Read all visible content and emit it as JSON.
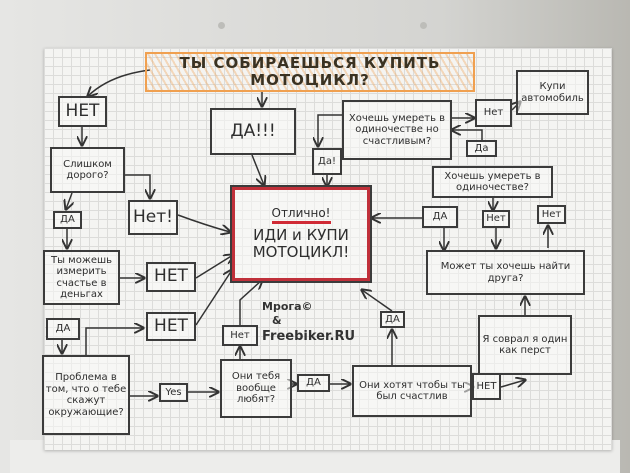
{
  "title": "ТЫ СОБИРАЕШЬСЯ КУПИТЬ МОТОЦИКЛ?",
  "nodes": {
    "no_top": "НЕТ",
    "too_expensive": "Слишком дорого?",
    "yes_expensive": "ДА",
    "measure_happiness": "Ты можешь измерить счастье в деньгах",
    "yes_measure": "ДА",
    "problem_others": "Проблема в том, что о тебе скажут окружающие?",
    "no_expensive": "Нет!",
    "no_measure": "НЕТ",
    "no_problem": "НЕТ",
    "yes_top": "ДА!!!",
    "main_great": "Отлично!",
    "main_action": "ИДИ и КУПИ МОТОЦИКЛ!",
    "yes_die_happy": "Да!",
    "die_alone_happy": "Хочешь умереть в одиночестве но счастливым?",
    "no_die_happy": "Нет",
    "buy_car": "Купи автомобиль",
    "yes_die_alone_up": "Да",
    "die_alone": "Хочешь умереть в одиночестве?",
    "yes_die_alone": "ДА",
    "no_die_alone_1": "Нет",
    "no_die_alone_2": "Нет",
    "find_friend": "Может ты хочешь найти друга?",
    "lied_alone": "Я соврал я один как перст",
    "no_love": "Нет",
    "do_they_love": "Они тебя вообще любят?",
    "yes_problem": "Yes",
    "yes_love": "ДА",
    "want_happy": "Они хотят чтобы ты был счастлив",
    "no_want": "НЕТ",
    "yes_want": "ДА"
  },
  "credit": {
    "author": "Мрога©",
    "amp": "&",
    "site": "Freebiker.RU"
  }
}
